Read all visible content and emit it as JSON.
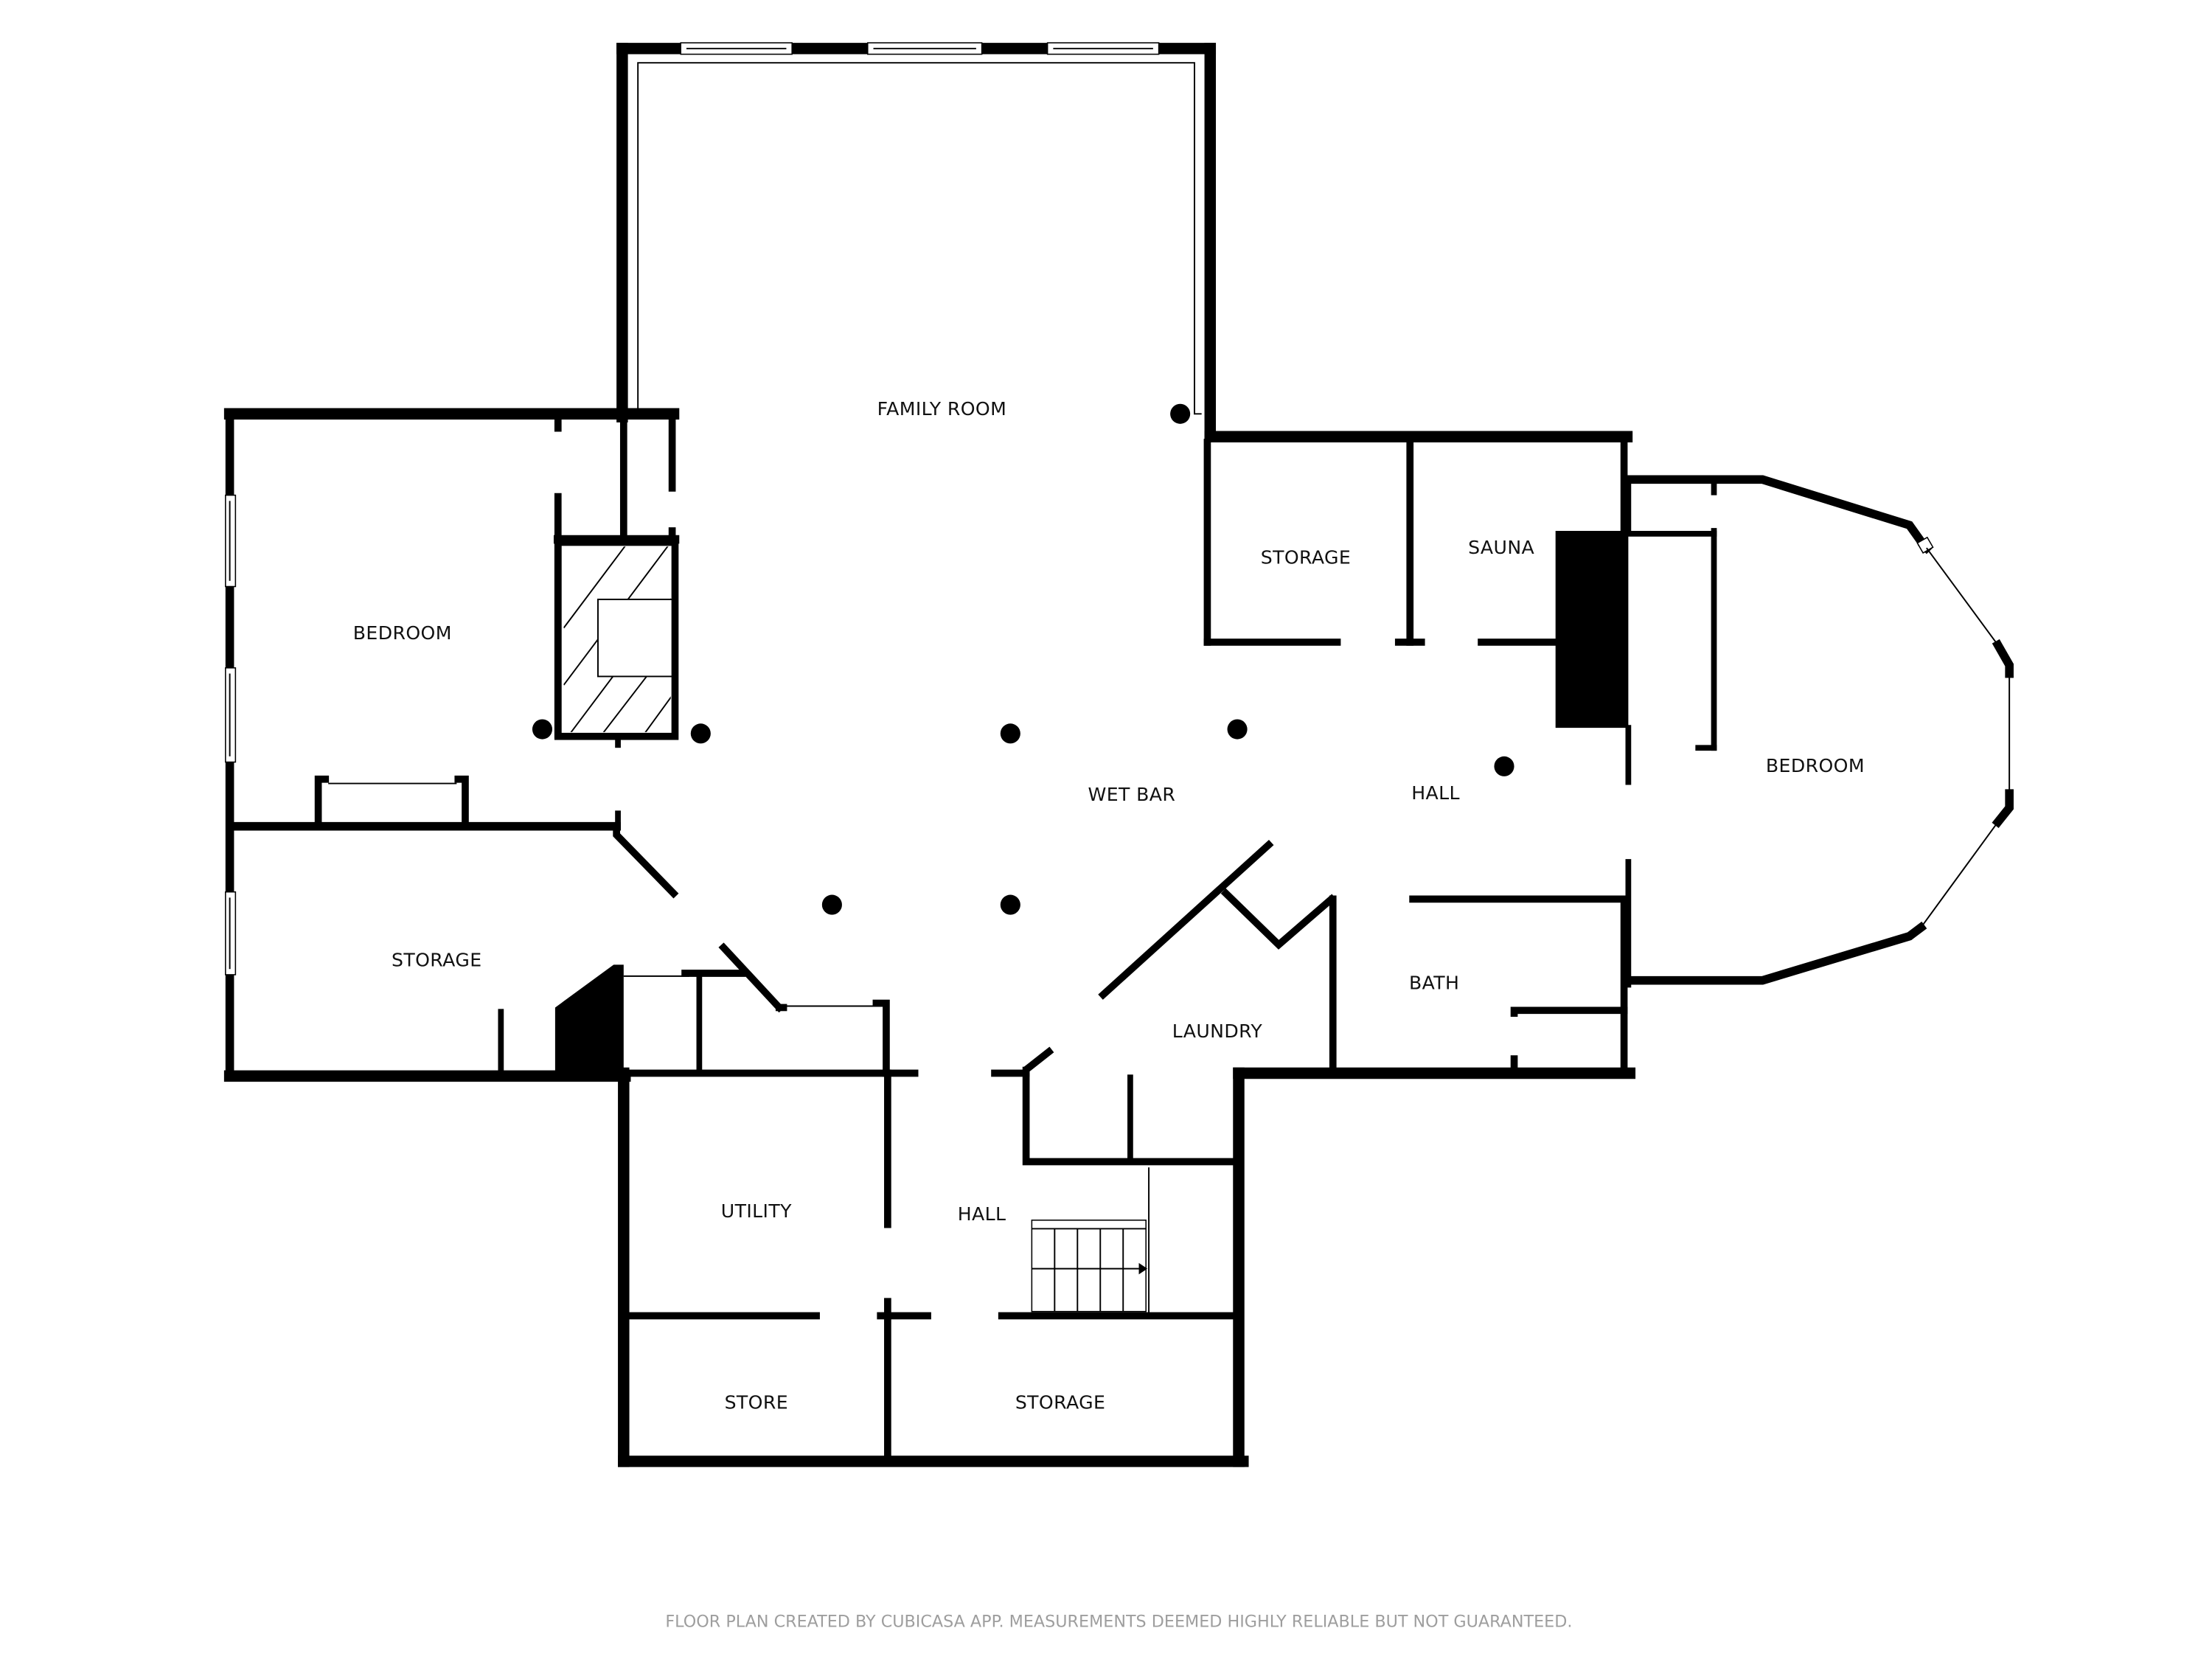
{
  "floor_plan": {
    "rooms": [
      {
        "id": "family-room",
        "label": "FAMILY ROOM"
      },
      {
        "id": "bedroom-west",
        "label": "BEDROOM"
      },
      {
        "id": "storage-west",
        "label": "STORAGE"
      },
      {
        "id": "storage-north",
        "label": "STORAGE"
      },
      {
        "id": "sauna",
        "label": "SAUNA"
      },
      {
        "id": "wet-bar",
        "label": "WET BAR"
      },
      {
        "id": "hall-east",
        "label": "HALL"
      },
      {
        "id": "bedroom-east",
        "label": "BEDROOM"
      },
      {
        "id": "laundry",
        "label": "LAUNDRY"
      },
      {
        "id": "bath",
        "label": "BATH"
      },
      {
        "id": "utility",
        "label": "UTILITY"
      },
      {
        "id": "hall-south",
        "label": "HALL"
      },
      {
        "id": "store",
        "label": "STORE"
      },
      {
        "id": "storage-south",
        "label": "STORAGE"
      }
    ],
    "fixtures": {
      "fireplace": "fireplace-hatched",
      "stairs": "stairs-up-arrow",
      "columns_count": 10
    },
    "colors": {
      "wall": "#000000",
      "background": "#ffffff",
      "footer_text": "#9e9e9e"
    }
  },
  "footer": {
    "disclaimer": "FLOOR PLAN CREATED BY CUBICASA APP. MEASUREMENTS DEEMED HIGHLY RELIABLE BUT NOT GUARANTEED."
  }
}
